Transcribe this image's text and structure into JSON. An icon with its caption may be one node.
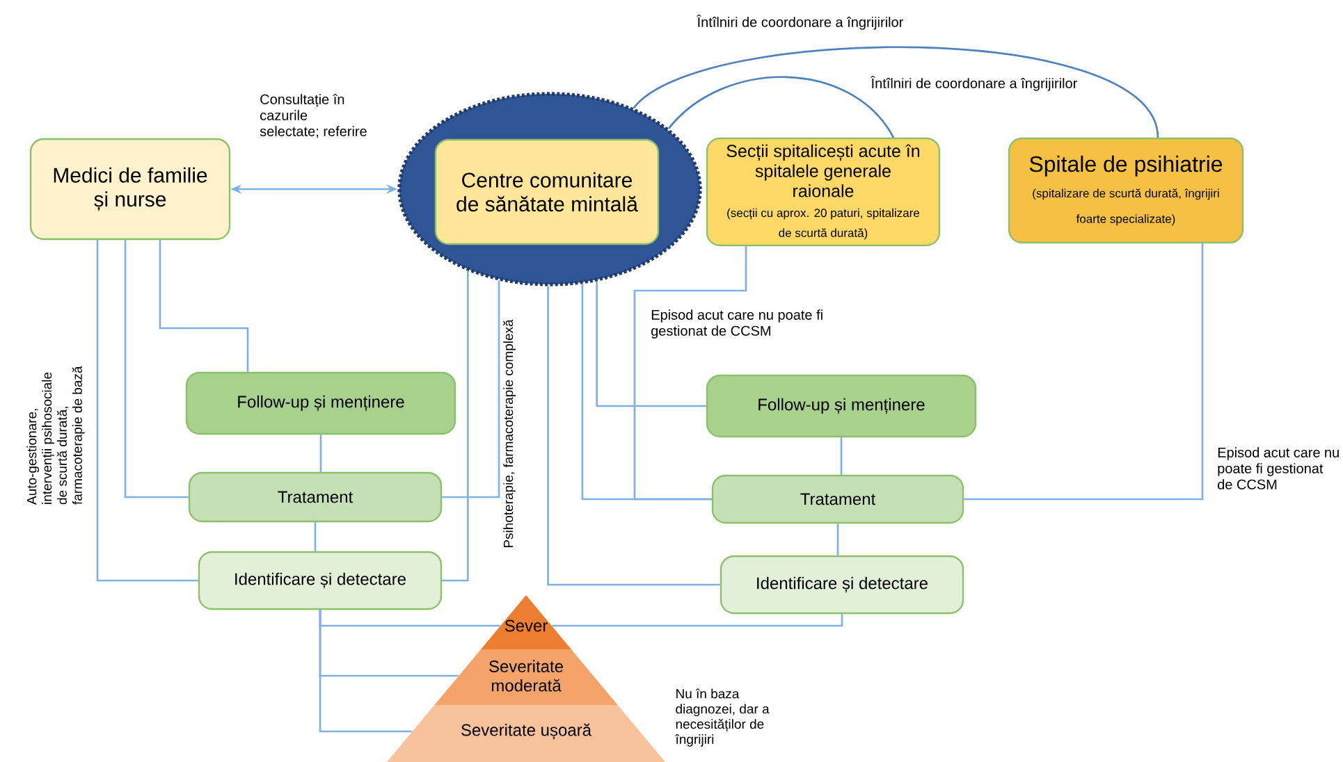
{
  "diagram": {
    "nodes": [
      {
        "text": [
          "Medici de familie și nurse"
        ]
      },
      {
        "text": [],
        "shape": "ellipse"
      },
      {
        "text": [
          "Centre comunitare de sănătate mintală"
        ],
        "in": 1
      },
      {
        "text": [
          "Secții spitalicești acute în spitalele generale raionale",
          "(secții cu aprox. 20 paturi, spitalizare de scurtă durată)"
        ]
      },
      {
        "text": [
          "Spitale de psihiatrie",
          "(spitalizare de scurtă durată, îngrijiri foarte specializate)"
        ]
      },
      {
        "text": [
          "Follow-up și menținere"
        ]
      },
      {
        "text": [
          "Tratament"
        ]
      },
      {
        "text": [
          "Identificare și detectare"
        ]
      },
      {
        "text": [
          "Follow-up și menținere"
        ]
      },
      {
        "text": [
          "Tratament"
        ]
      },
      {
        "text": [
          "Identificare și detectare"
        ]
      },
      {
        "text": [
          "Sever"
        ]
      },
      {
        "text": [
          "Severitate moderată"
        ]
      },
      {
        "text": [
          "Severitate ușoară"
        ]
      }
    ],
    "edges": [
      {
        "from": 0,
        "to": 1,
        "arrow": "both",
        "label": "Consultație în cazurile selectate; referire"
      },
      {
        "from": 1,
        "to": 3,
        "arrow": "none",
        "label": "Întîlniri de coordonare a îngrijirilor",
        "color": "#4f81bd"
      },
      {
        "from": 1,
        "to": 4,
        "arrow": "none",
        "label": "Întîlniri de coordonare a îngrijirilor",
        "color": "#4f81bd"
      },
      {
        "from": 0,
        "to": 7,
        "arrow": "none"
      },
      {
        "from": 0,
        "to": 6,
        "arrow": "none"
      },
      {
        "from": 0,
        "to": 5,
        "arrow": "none"
      },
      {
        "from": 1,
        "to": 7,
        "arrow": "none"
      },
      {
        "from": 1,
        "to": 6,
        "arrow": "none"
      },
      {
        "from": 1,
        "to": 10,
        "arrow": "none"
      },
      {
        "from": 1,
        "to": 9,
        "arrow": "none"
      },
      {
        "from": 1,
        "to": 8,
        "arrow": "none"
      },
      {
        "from": 3,
        "to": 9,
        "arrow": "none",
        "label": "Episod acut care nu poate fi gestionat de CCSM"
      },
      {
        "from": 4,
        "to": 9,
        "arrow": "none",
        "label": "Episod acut care nu poate fi gestionat de CCSM"
      },
      {
        "from": 5,
        "to": 6,
        "arrow": "none"
      },
      {
        "from": 6,
        "to": 7,
        "arrow": "none"
      },
      {
        "from": 8,
        "to": 9,
        "arrow": "none"
      },
      {
        "from": 9,
        "to": 10,
        "arrow": "none"
      },
      {
        "from": 7,
        "to": 11,
        "arrow": "none"
      },
      {
        "from": 7,
        "to": 12,
        "arrow": "none"
      },
      {
        "from": 7,
        "to": 13,
        "arrow": "none"
      },
      {
        "from": 10,
        "to": 11,
        "arrow": "none"
      }
    ],
    "labels": [
      "Auto-gestionare, intervenții psihosociale de scurtă durată, farmacoterapie de bază",
      "Psihoterapie, farmacoterapie complexă",
      "Nu în baza diagnozei, dar a necesităților de îngrijiri"
    ]
  }
}
